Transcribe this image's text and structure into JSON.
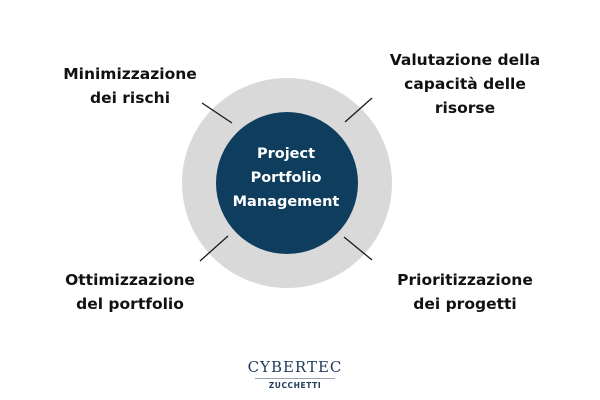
{
  "center": {
    "line1": "Project",
    "line2": "Portfolio",
    "line3": "Management"
  },
  "items": {
    "top_left": {
      "line1": "Minimizzazione",
      "line2": "dei rischi"
    },
    "top_right": {
      "line1": "Valutazione della",
      "line2": "capacità delle",
      "line3": "risorse"
    },
    "bottom_left": {
      "line1": "Ottimizzazione",
      "line2": "del portfolio"
    },
    "bottom_right": {
      "line1": "Prioritizzazione",
      "line2": "dei progetti"
    }
  },
  "logo": {
    "main": "CYBERTEC",
    "sub": "ZUCCHETTI"
  },
  "colors": {
    "ring": "#d9d9d9",
    "core": "#0e3d5e",
    "connector": "#1a1a1a",
    "text": "#111111"
  }
}
